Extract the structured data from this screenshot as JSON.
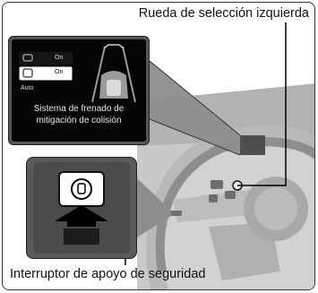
{
  "labels": {
    "left_wheel": "Rueda de selección izquierda",
    "safety_switch": "Interruptor de apoyo de seguridad"
  },
  "display": {
    "caption_line1": "Sistema de frenado de",
    "caption_line2": "mitigación de colisión",
    "mode_values": [
      "On",
      "On"
    ],
    "auto_label": "Auto"
  },
  "icons": [
    "car-front-icon",
    "safety-support-icon",
    "arrow-icon"
  ]
}
